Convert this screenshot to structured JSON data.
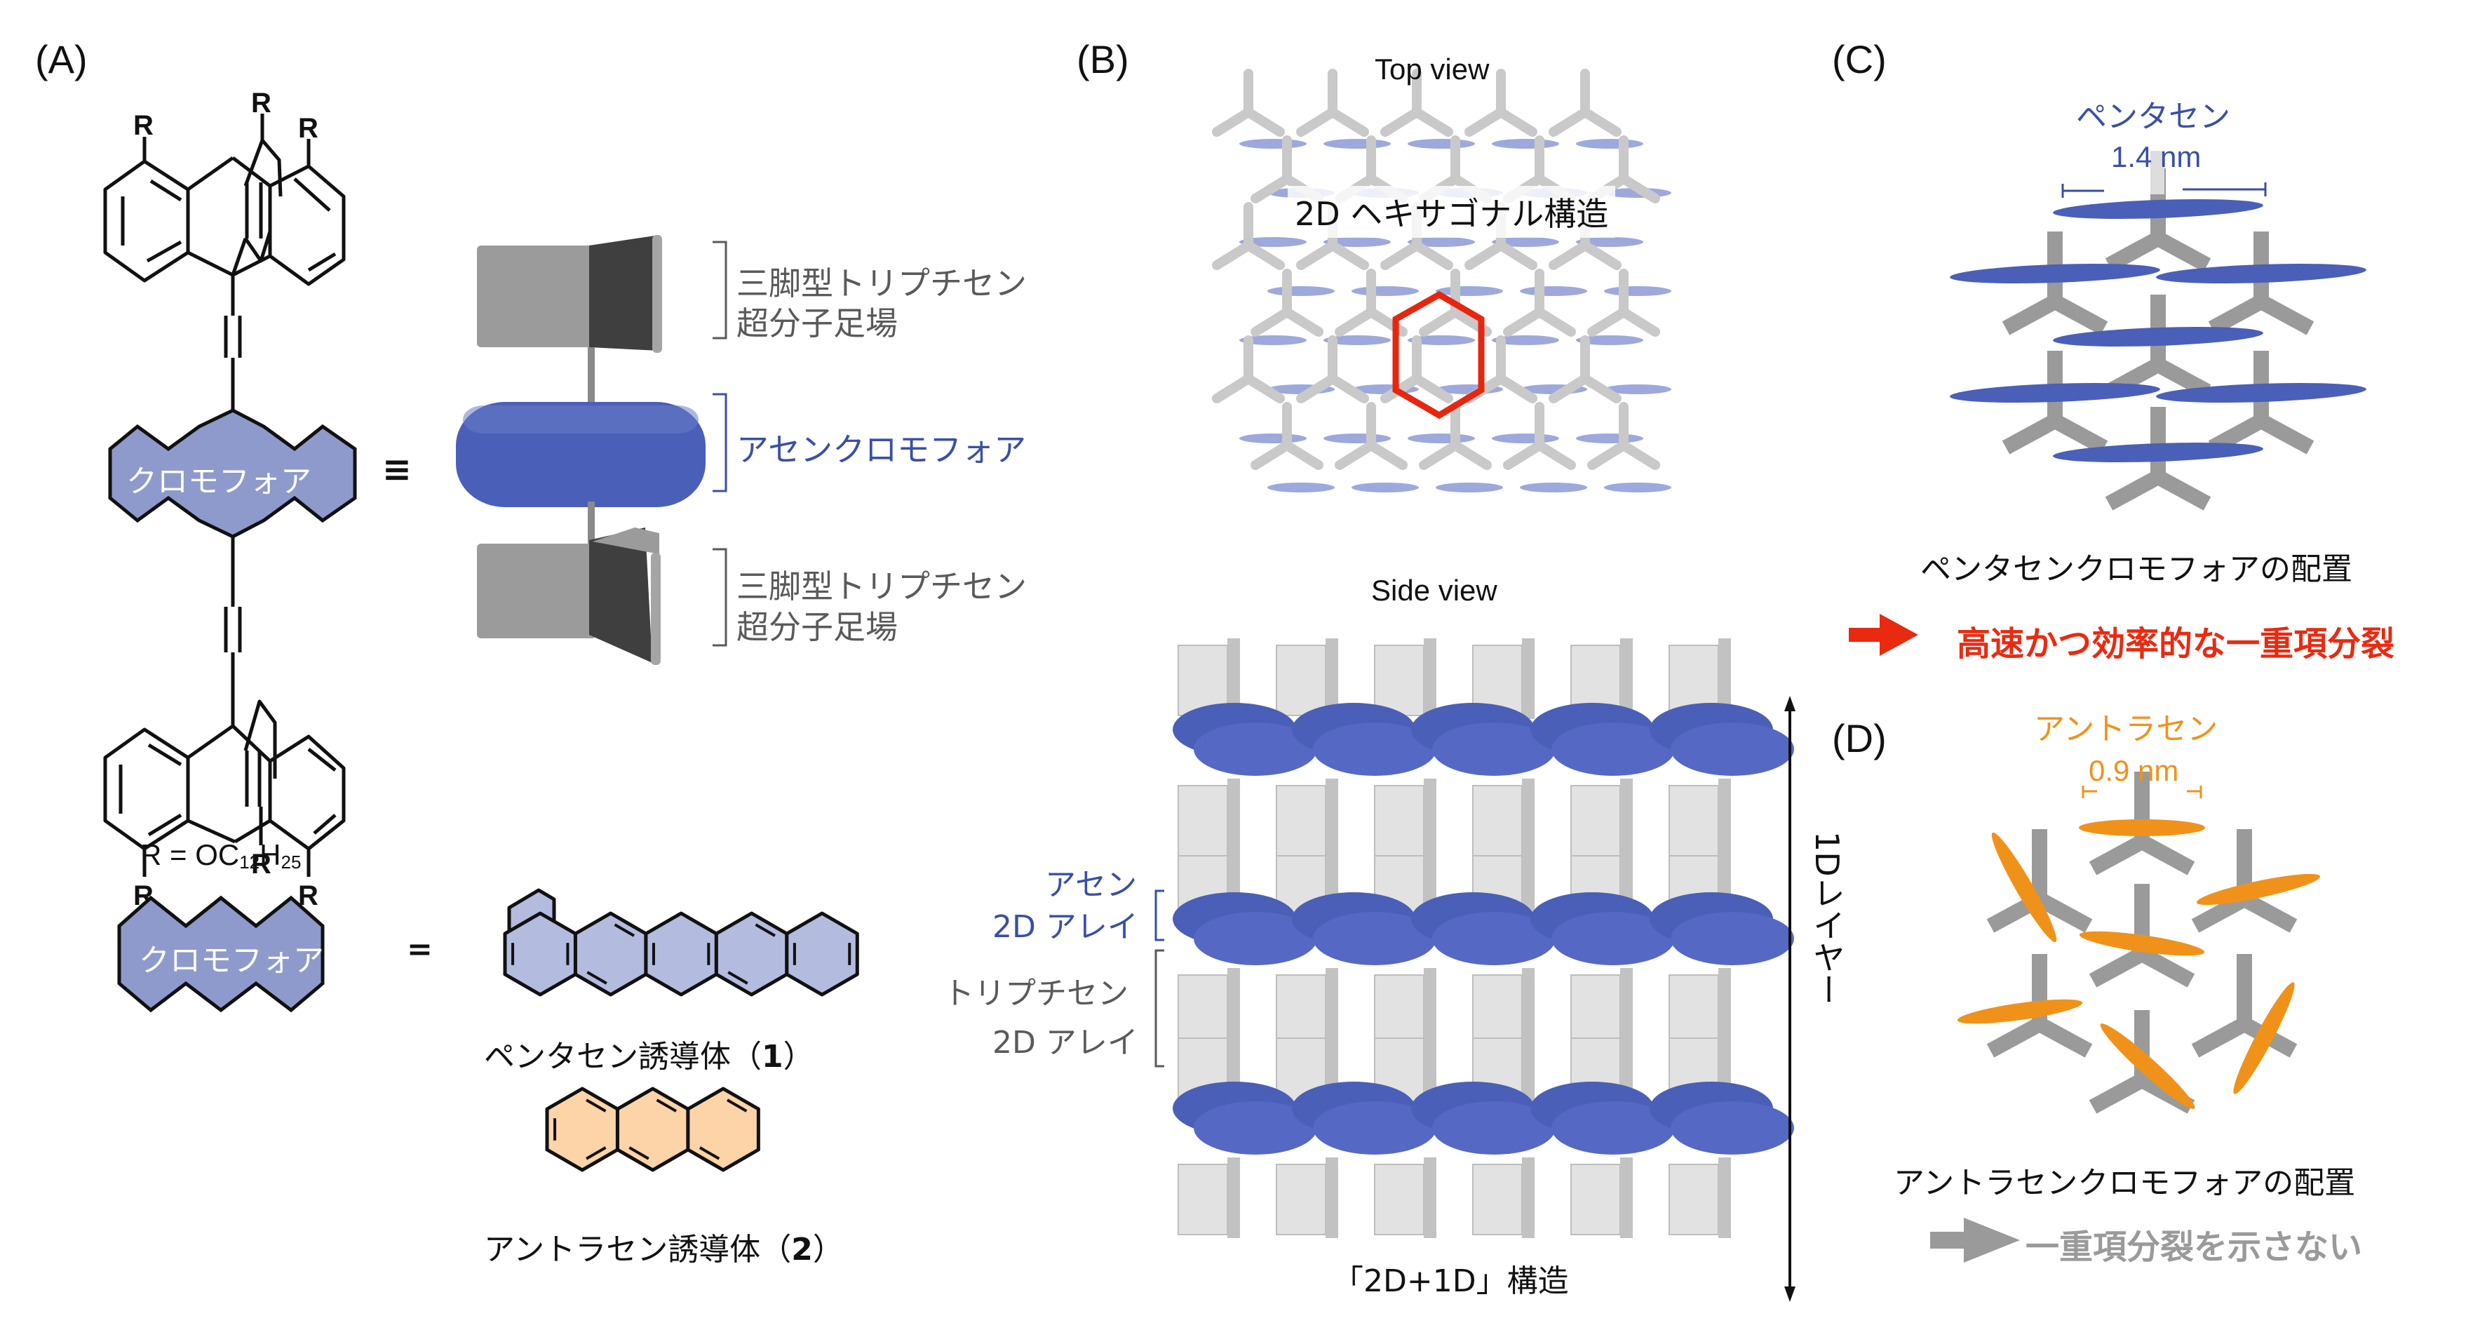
{
  "figure": {
    "panels": {
      "a": {
        "label": "(A)",
        "r_group_atom": "R",
        "r_definition_prefix": "R = OC",
        "r_definition_sub1": "12",
        "r_definition_mid": "H",
        "r_definition_sub2": "25",
        "chromophore_label": "クロモフォア",
        "equiv_symbol": "≡",
        "equals_symbol": "=",
        "scaffold_top_line1": "三脚型トリプチセン",
        "scaffold_top_line2": "超分子足場",
        "chromophore_component": "アセンクロモフォア",
        "scaffold_bottom_line1": "三脚型トリプチセン",
        "scaffold_bottom_line2": "超分子足場",
        "pentacene_caption_prefix": "ペンタセン誘導体（",
        "pentacene_caption_num": "1",
        "pentacene_caption_suffix": "）",
        "anthracene_caption_prefix": "アントラセン誘導体（",
        "anthracene_caption_num": "2",
        "anthracene_caption_suffix": "）"
      },
      "b": {
        "label": "(B)",
        "top_view_title": "Top view",
        "hexagonal_label": "2D ヘキサゴナル構造",
        "side_view_title": "Side view",
        "acene_array_line1": "アセン",
        "acene_array_line2": "2D アレイ",
        "triptycene_array_line1": "トリプチセン",
        "triptycene_array_line2": "2D アレイ",
        "layer_label": "1Dレイヤー",
        "structure_caption": "「2D+1D」構造"
      },
      "c": {
        "label": "(C)",
        "molecule_name": "ペンタセン",
        "length": "1.4 nm",
        "arrangement_caption": "ペンタセンクロモフォアの配置",
        "result": "高速かつ効率的な一重項分裂"
      },
      "d": {
        "label": "(D)",
        "molecule_name": "アントラセン",
        "length": "0.9 nm",
        "arrangement_caption": "アントラセンクロモフォアの配置",
        "result": "一重項分裂を示さない"
      }
    },
    "colors": {
      "chromophore_fill": "#8e9acb",
      "pentacene_fill": "#b3bbdf",
      "anthracene_fill": "#fdd3a8",
      "acene_blue": "#4a5fb8",
      "pentacene_text": "#3a4fa5",
      "anthracene_orange": "#f0921a",
      "scaffold_gray": "#9a9a9a",
      "hexagon_red": "#e8260e",
      "result_red": "#ea2a10",
      "result_gray": "#9a9a9a"
    }
  }
}
